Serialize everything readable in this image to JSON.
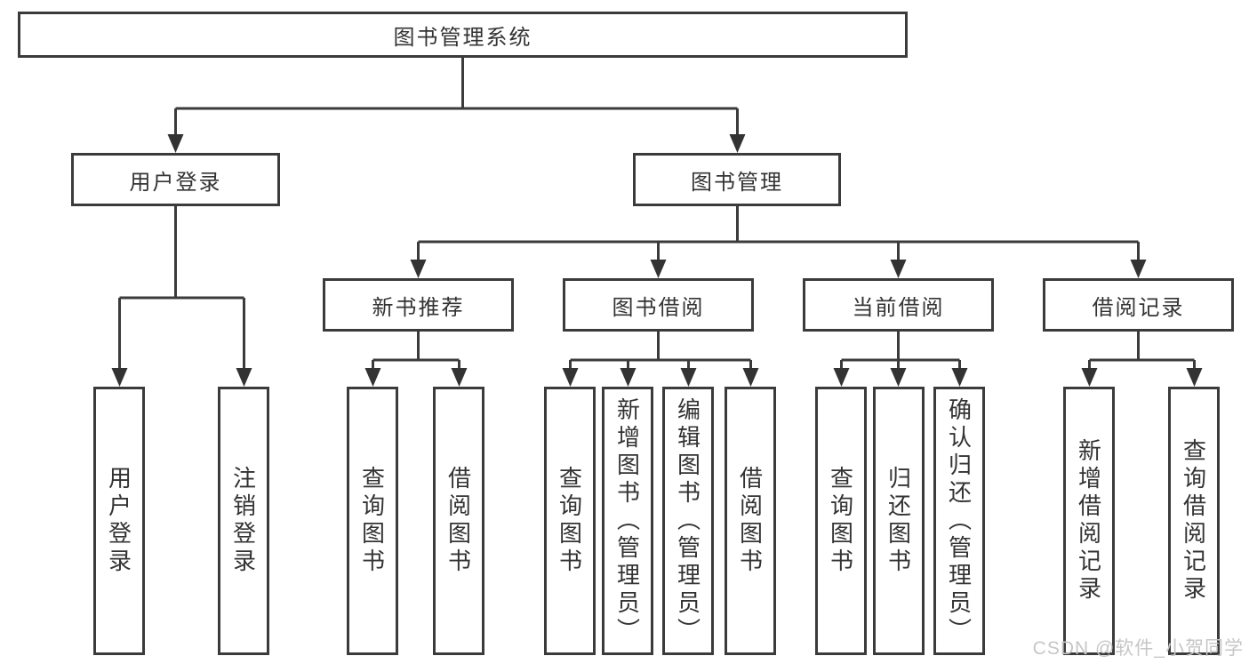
{
  "tree": {
    "label": "图书管理系统",
    "children": [
      {
        "label": "用户登录",
        "children": [
          {
            "label": "用户登录"
          },
          {
            "label": "注销登录"
          }
        ]
      },
      {
        "label": "图书管理",
        "children": [
          {
            "label": "新书推荐",
            "children": [
              {
                "label": "查询图书"
              },
              {
                "label": "借阅图书"
              }
            ]
          },
          {
            "label": "图书借阅",
            "children": [
              {
                "label": "查询图书"
              },
              {
                "label": "新增图书（管理员）"
              },
              {
                "label": "编辑图书（管理员）"
              },
              {
                "label": "借阅图书"
              }
            ]
          },
          {
            "label": "当前借阅",
            "children": [
              {
                "label": "查询图书"
              },
              {
                "label": "归还图书"
              },
              {
                "label": "确认归还（管理员）"
              }
            ]
          },
          {
            "label": "借阅记录",
            "children": [
              {
                "label": "新增借阅记录"
              },
              {
                "label": "查询借阅记录"
              }
            ]
          }
        ]
      }
    ]
  },
  "watermark": {
    "text": "CSDN @软件_小贺同学"
  },
  "colors": {
    "line": "#3b3b3b",
    "text": "#333333",
    "watermark": "#c6c6c6",
    "background": "#ffffff"
  }
}
